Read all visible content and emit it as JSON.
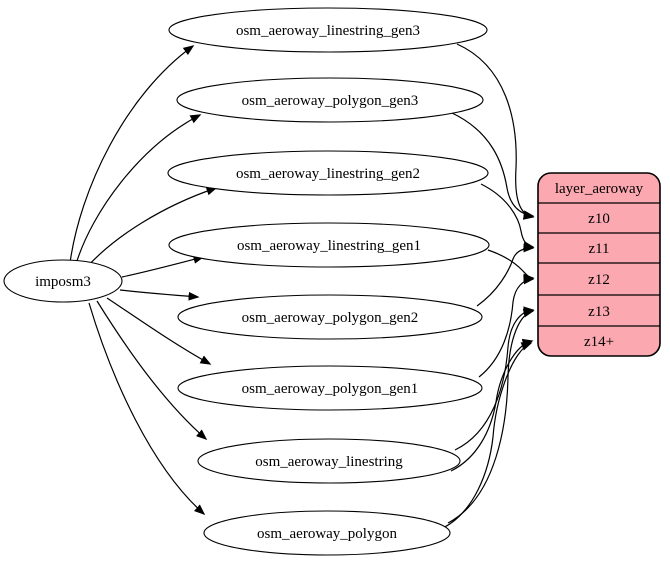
{
  "diagram": {
    "type": "etl-flow-graph",
    "background_color": "#ffffff",
    "node_fill_color": "#ffffff",
    "edge_color": "#000000",
    "source": {
      "label": "imposm3"
    },
    "tables": [
      {
        "label": "osm_aeroway_linestring_gen3"
      },
      {
        "label": "osm_aeroway_polygon_gen3"
      },
      {
        "label": "osm_aeroway_linestring_gen2"
      },
      {
        "label": "osm_aeroway_linestring_gen1"
      },
      {
        "label": "osm_aeroway_polygon_gen2"
      },
      {
        "label": "osm_aeroway_polygon_gen1"
      },
      {
        "label": "osm_aeroway_linestring"
      },
      {
        "label": "osm_aeroway_polygon"
      }
    ],
    "layer": {
      "title": "layer_aeroway",
      "fill_color": "#fba8b0",
      "border_color": "#000000",
      "zoom_rows": [
        {
          "label": "z10"
        },
        {
          "label": "z11"
        },
        {
          "label": "z12"
        },
        {
          "label": "z13"
        },
        {
          "label": "z14+"
        }
      ]
    },
    "edges": [
      {
        "from": "imposm3",
        "to": "osm_aeroway_linestring_gen3"
      },
      {
        "from": "imposm3",
        "to": "osm_aeroway_polygon_gen3"
      },
      {
        "from": "imposm3",
        "to": "osm_aeroway_linestring_gen2"
      },
      {
        "from": "imposm3",
        "to": "osm_aeroway_linestring_gen1"
      },
      {
        "from": "imposm3",
        "to": "osm_aeroway_polygon_gen2"
      },
      {
        "from": "imposm3",
        "to": "osm_aeroway_polygon_gen1"
      },
      {
        "from": "imposm3",
        "to": "osm_aeroway_linestring"
      },
      {
        "from": "imposm3",
        "to": "osm_aeroway_polygon"
      },
      {
        "from": "osm_aeroway_linestring_gen3",
        "to": "layer_aeroway",
        "to_row": "z10"
      },
      {
        "from": "osm_aeroway_polygon_gen3",
        "to": "layer_aeroway",
        "to_row": "z10"
      },
      {
        "from": "osm_aeroway_linestring_gen2",
        "to": "layer_aeroway",
        "to_row": "z11"
      },
      {
        "from": "osm_aeroway_polygon_gen2",
        "to": "layer_aeroway",
        "to_row": "z11"
      },
      {
        "from": "osm_aeroway_linestring_gen1",
        "to": "layer_aeroway",
        "to_row": "z12"
      },
      {
        "from": "osm_aeroway_polygon_gen1",
        "to": "layer_aeroway",
        "to_row": "z12"
      },
      {
        "from": "osm_aeroway_linestring",
        "to": "layer_aeroway",
        "to_row": "z13"
      },
      {
        "from": "osm_aeroway_linestring",
        "to": "layer_aeroway",
        "to_row": "z14+"
      },
      {
        "from": "osm_aeroway_polygon",
        "to": "layer_aeroway",
        "to_row": "z13"
      },
      {
        "from": "osm_aeroway_polygon",
        "to": "layer_aeroway",
        "to_row": "z14+"
      }
    ]
  }
}
